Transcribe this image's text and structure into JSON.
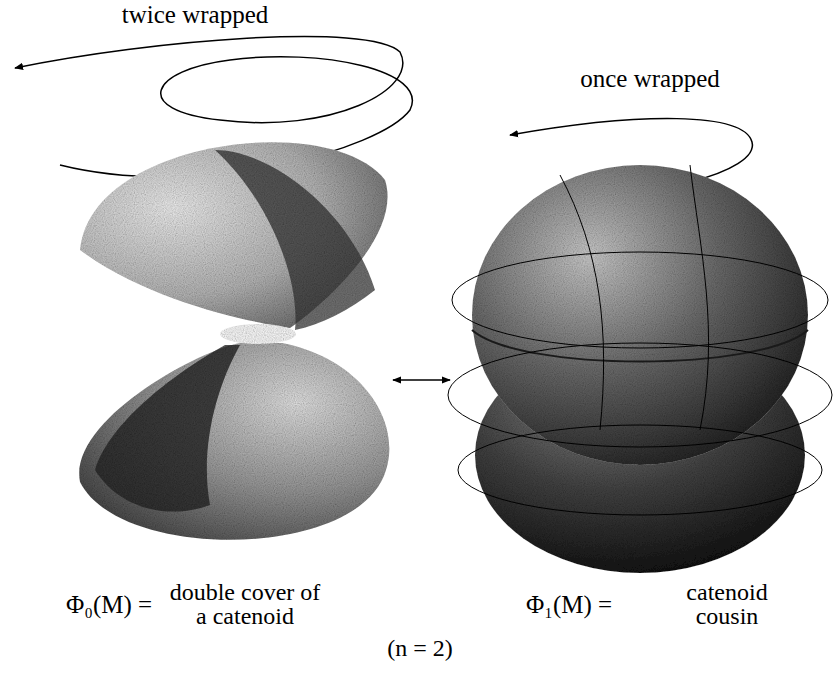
{
  "diagram": {
    "labels": [
      "twice wrapped",
      "once wrapped",
      "Φ₀(M) =",
      "double cover of a catenoid",
      "Φ₁(M) =",
      "catenoid cousin",
      "(n = 2)"
    ]
  }
}
